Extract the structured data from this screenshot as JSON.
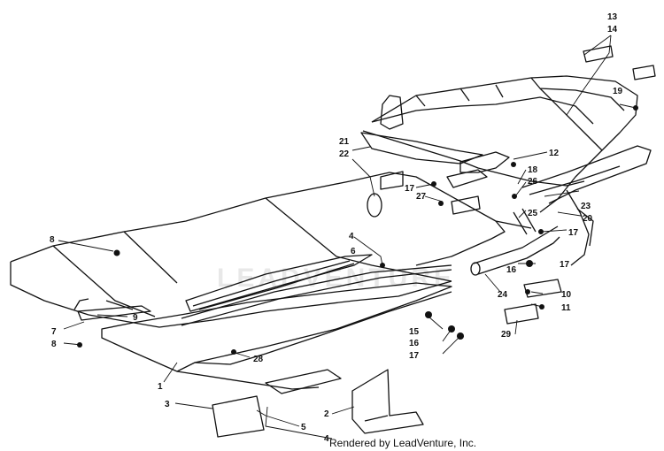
{
  "diagram": {
    "credit": "Rendered by LeadVenture, Inc.",
    "watermark": "LEADVENTURE",
    "callouts": [
      {
        "id": "c13",
        "label": "13"
      },
      {
        "id": "c14",
        "label": "14"
      },
      {
        "id": "c19",
        "label": "19"
      },
      {
        "id": "c12",
        "label": "12"
      },
      {
        "id": "c21",
        "label": "21"
      },
      {
        "id": "c22",
        "label": "22"
      },
      {
        "id": "c18",
        "label": "18"
      },
      {
        "id": "c26",
        "label": "26"
      },
      {
        "id": "c17a",
        "label": "17"
      },
      {
        "id": "c27",
        "label": "27"
      },
      {
        "id": "c23",
        "label": "23"
      },
      {
        "id": "c20",
        "label": "20"
      },
      {
        "id": "c25",
        "label": "25"
      },
      {
        "id": "c17b",
        "label": "17"
      },
      {
        "id": "c8a",
        "label": "8"
      },
      {
        "id": "c4a",
        "label": "4"
      },
      {
        "id": "c6",
        "label": "6"
      },
      {
        "id": "c16a",
        "label": "16"
      },
      {
        "id": "c17c",
        "label": "17"
      },
      {
        "id": "c24",
        "label": "24"
      },
      {
        "id": "c10",
        "label": "10"
      },
      {
        "id": "c11",
        "label": "11"
      },
      {
        "id": "c9",
        "label": "9"
      },
      {
        "id": "c7",
        "label": "7"
      },
      {
        "id": "c8b",
        "label": "8"
      },
      {
        "id": "c15",
        "label": "15"
      },
      {
        "id": "c16b",
        "label": "16"
      },
      {
        "id": "c17d",
        "label": "17"
      },
      {
        "id": "c29",
        "label": "29"
      },
      {
        "id": "c28",
        "label": "28"
      },
      {
        "id": "c1",
        "label": "1"
      },
      {
        "id": "c3",
        "label": "3"
      },
      {
        "id": "c2",
        "label": "2"
      },
      {
        "id": "c5",
        "label": "5"
      },
      {
        "id": "c4b",
        "label": "4"
      }
    ]
  }
}
